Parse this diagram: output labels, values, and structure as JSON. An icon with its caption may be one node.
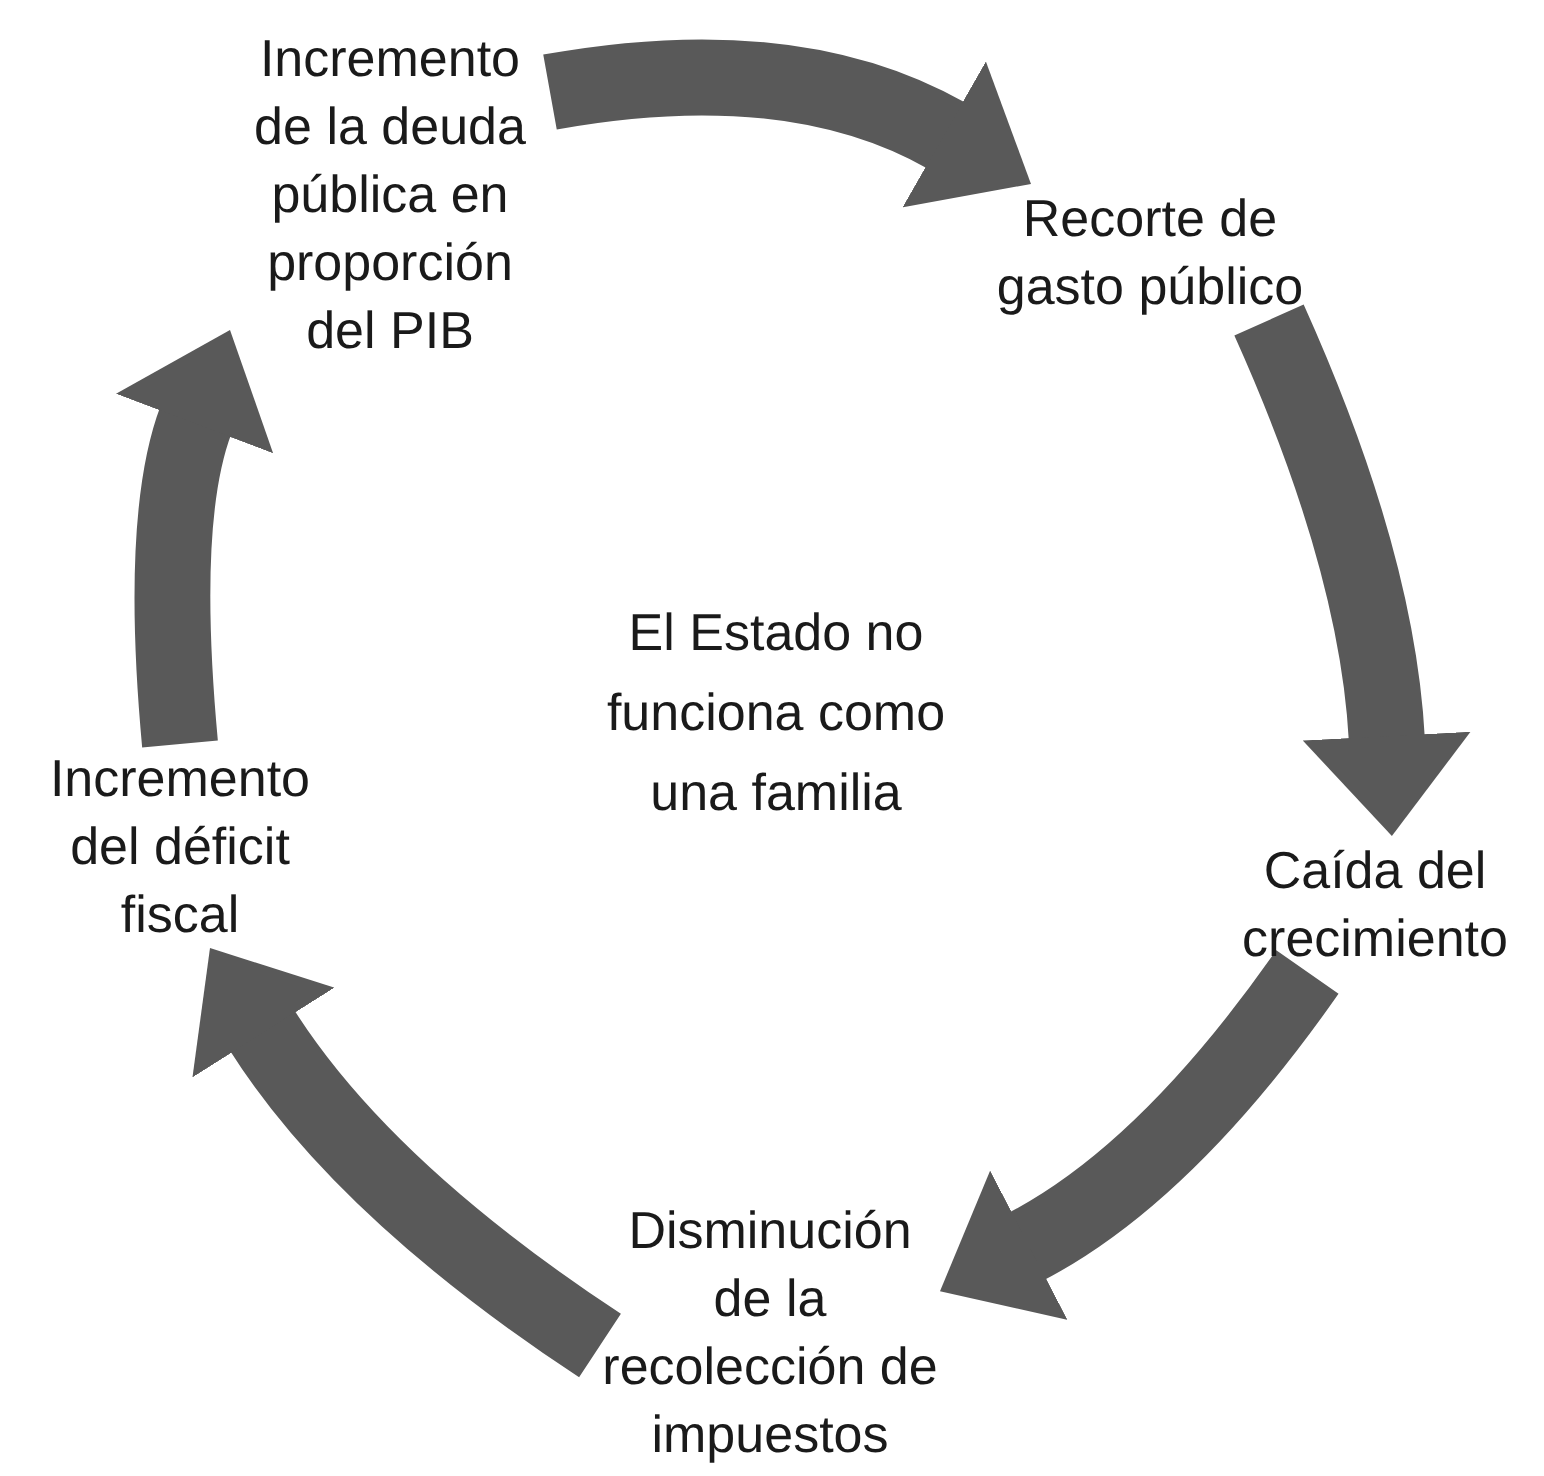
{
  "diagram": {
    "nodes": [
      {
        "text": [
          "Incremento de la deuda pública en proporción del PIB"
        ]
      },
      {
        "text": [
          "Recorte de gasto público"
        ]
      },
      {
        "text": [
          "Caída del crecimiento"
        ]
      },
      {
        "text": [
          "Disminución de la recolección de impuestos"
        ]
      },
      {
        "text": [
          "Incremento del déficit fiscal"
        ]
      }
    ],
    "edges": [
      {
        "from": 0,
        "to": 1,
        "arrow": "to"
      },
      {
        "from": 1,
        "to": 2,
        "arrow": "to"
      },
      {
        "from": 2,
        "to": 3,
        "arrow": "to"
      },
      {
        "from": 3,
        "to": 4,
        "arrow": "to"
      },
      {
        "from": 4,
        "to": 0,
        "arrow": "to"
      }
    ],
    "labels": [
      "El Estado no funciona como una familia"
    ]
  }
}
